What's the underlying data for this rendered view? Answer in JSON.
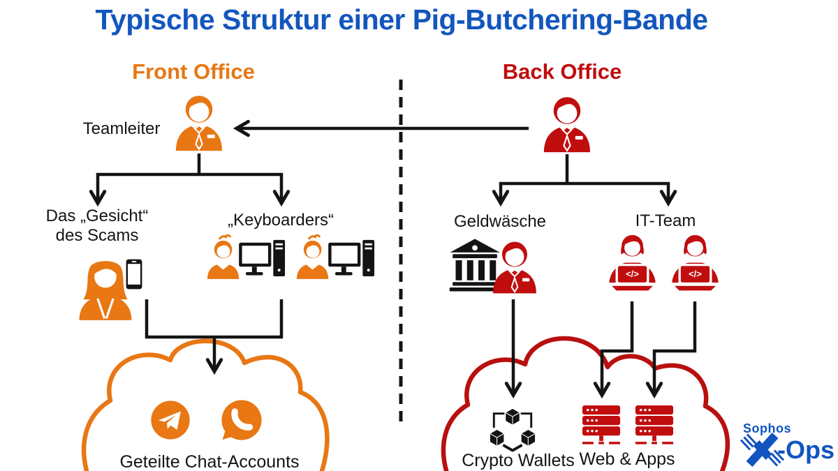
{
  "title": "Typische Struktur einer Pig-Butchering-Bande",
  "front_office": {
    "heading": "Front Office",
    "team_leader": "Teamleiter",
    "face_line1": "Das „Gesicht“",
    "face_line2": "des Scams",
    "keyboarders": "„Keyboarders“",
    "cloud_label": "Geteilte Chat-Accounts"
  },
  "back_office": {
    "heading": "Back Office",
    "money_laundering": "Geldwäsche",
    "it_team": "IT-Team",
    "crypto_wallets": "Crypto Wallets",
    "web_apps": "Web & Apps"
  },
  "glyphs": {
    "code": "</>"
  },
  "logo": {
    "brand": "Sophos",
    "ops": "-Ops"
  },
  "icons": {
    "team_leader": "businessman-icon",
    "back_office_boss": "businessman-icon",
    "face_of_scam": "woman-icon",
    "phone": "smartphone-icon",
    "keyboarder": "person-with-computer-icon",
    "money_laundering": "bank-icon + businessman-icon",
    "it_team": "developer-laptop-icon",
    "chat_cloud": "telegram-icon + whatsapp-icon",
    "crypto": "blockchain-cubes-icon",
    "web_apps": "server-stack-icon"
  },
  "colors": {
    "orange": "#E87714",
    "red": "#C00D0E",
    "cloud_red": "#B8100F",
    "blue": "#1356BD",
    "logo_blue": "#1254C0",
    "ink": "#141414"
  }
}
